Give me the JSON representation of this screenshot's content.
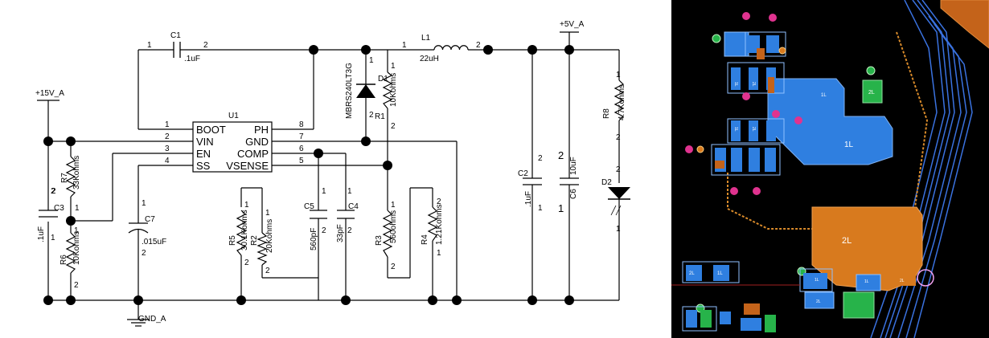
{
  "schematic": {
    "nets": {
      "vin": "+15V_A",
      "vout": "+5V_A",
      "gnd": "GND_A"
    },
    "ic": {
      "ref": "U1",
      "pins_left": [
        {
          "num": "1",
          "name": "BOOT"
        },
        {
          "num": "2",
          "name": "VIN"
        },
        {
          "num": "3",
          "name": "EN"
        },
        {
          "num": "4",
          "name": "SS"
        }
      ],
      "pins_right": [
        {
          "num": "8",
          "name": "PH"
        },
        {
          "num": "7",
          "name": "GND"
        },
        {
          "num": "6",
          "name": "COMP"
        },
        {
          "num": "5",
          "name": "VSENSE"
        }
      ]
    },
    "c1": {
      "ref": "C1",
      "value": ".1uF",
      "p1": "1",
      "p2": "2"
    },
    "l1": {
      "ref": "L1",
      "value": "22uH",
      "p1": "1",
      "p2": "2"
    },
    "d1": {
      "ref": "D1",
      "value": "MBRS240LT3G",
      "p1": "1",
      "p2": "2"
    },
    "r1": {
      "ref": "R1",
      "value": "10Kohms",
      "p1": "1",
      "p2": "2"
    },
    "r7": {
      "ref": "R7",
      "value": "33Kohms",
      "p1": "1",
      "p2": "2"
    },
    "c3": {
      "ref": "C3",
      "value": ".1uF",
      "p1": "1",
      "p2": "2"
    },
    "r6": {
      "ref": "R6",
      "value": "10Kohms",
      "p1": "1",
      "p2": "2"
    },
    "c7": {
      "ref": "C7",
      "value": ".015uF",
      "p1": "1",
      "p2": "2"
    },
    "r5": {
      "ref": "R5",
      "value": "30.1Kohms",
      "p1": "1",
      "p2": "2"
    },
    "r2": {
      "ref": "R2",
      "value": "20Kohms",
      "p1": "1",
      "p2": "2"
    },
    "c5": {
      "ref": "C5",
      "value": "560pF",
      "p1": "1",
      "p2": "2"
    },
    "c4": {
      "ref": "C4",
      "value": "33pF",
      "p1": "1",
      "p2": "2"
    },
    "r3": {
      "ref": "R3",
      "value": "560ohms",
      "p1": "1",
      "p2": "2"
    },
    "r4": {
      "ref": "R4",
      "value": "1.21Kohms",
      "p1": "1",
      "p2": "2"
    },
    "c2": {
      "ref": "C2",
      "value": ".1uF",
      "p1": "1",
      "p2": "2"
    },
    "c6": {
      "ref": "C6",
      "value": "10uF",
      "p1": "1",
      "p2": "2"
    },
    "r8": {
      "ref": "R8",
      "value": "4.7Kohms",
      "p1": "1",
      "p2": "2"
    },
    "d2": {
      "ref": "D2",
      "p1": "1",
      "p2": "2"
    }
  },
  "pcb": {
    "colors": {
      "background": "#000000",
      "copper_top": "#2f7fe0",
      "copper_bottom": "#d87a1e",
      "pad": "#27b34a",
      "via": "#e0338f",
      "silk": "#ffffff"
    },
    "labels": {
      "l1_top": "1L",
      "l1_big": "1L",
      "l2_pad": "2L",
      "l2_big": "2L",
      "bl1": "2L",
      "bl2": "1L",
      "r_a": "1L",
      "r_b": "2L",
      "r_c": "1L",
      "r_d": "2L",
      "small1": "1L",
      "small2": "2L",
      "small3": "1L",
      "small4": "2L"
    }
  }
}
